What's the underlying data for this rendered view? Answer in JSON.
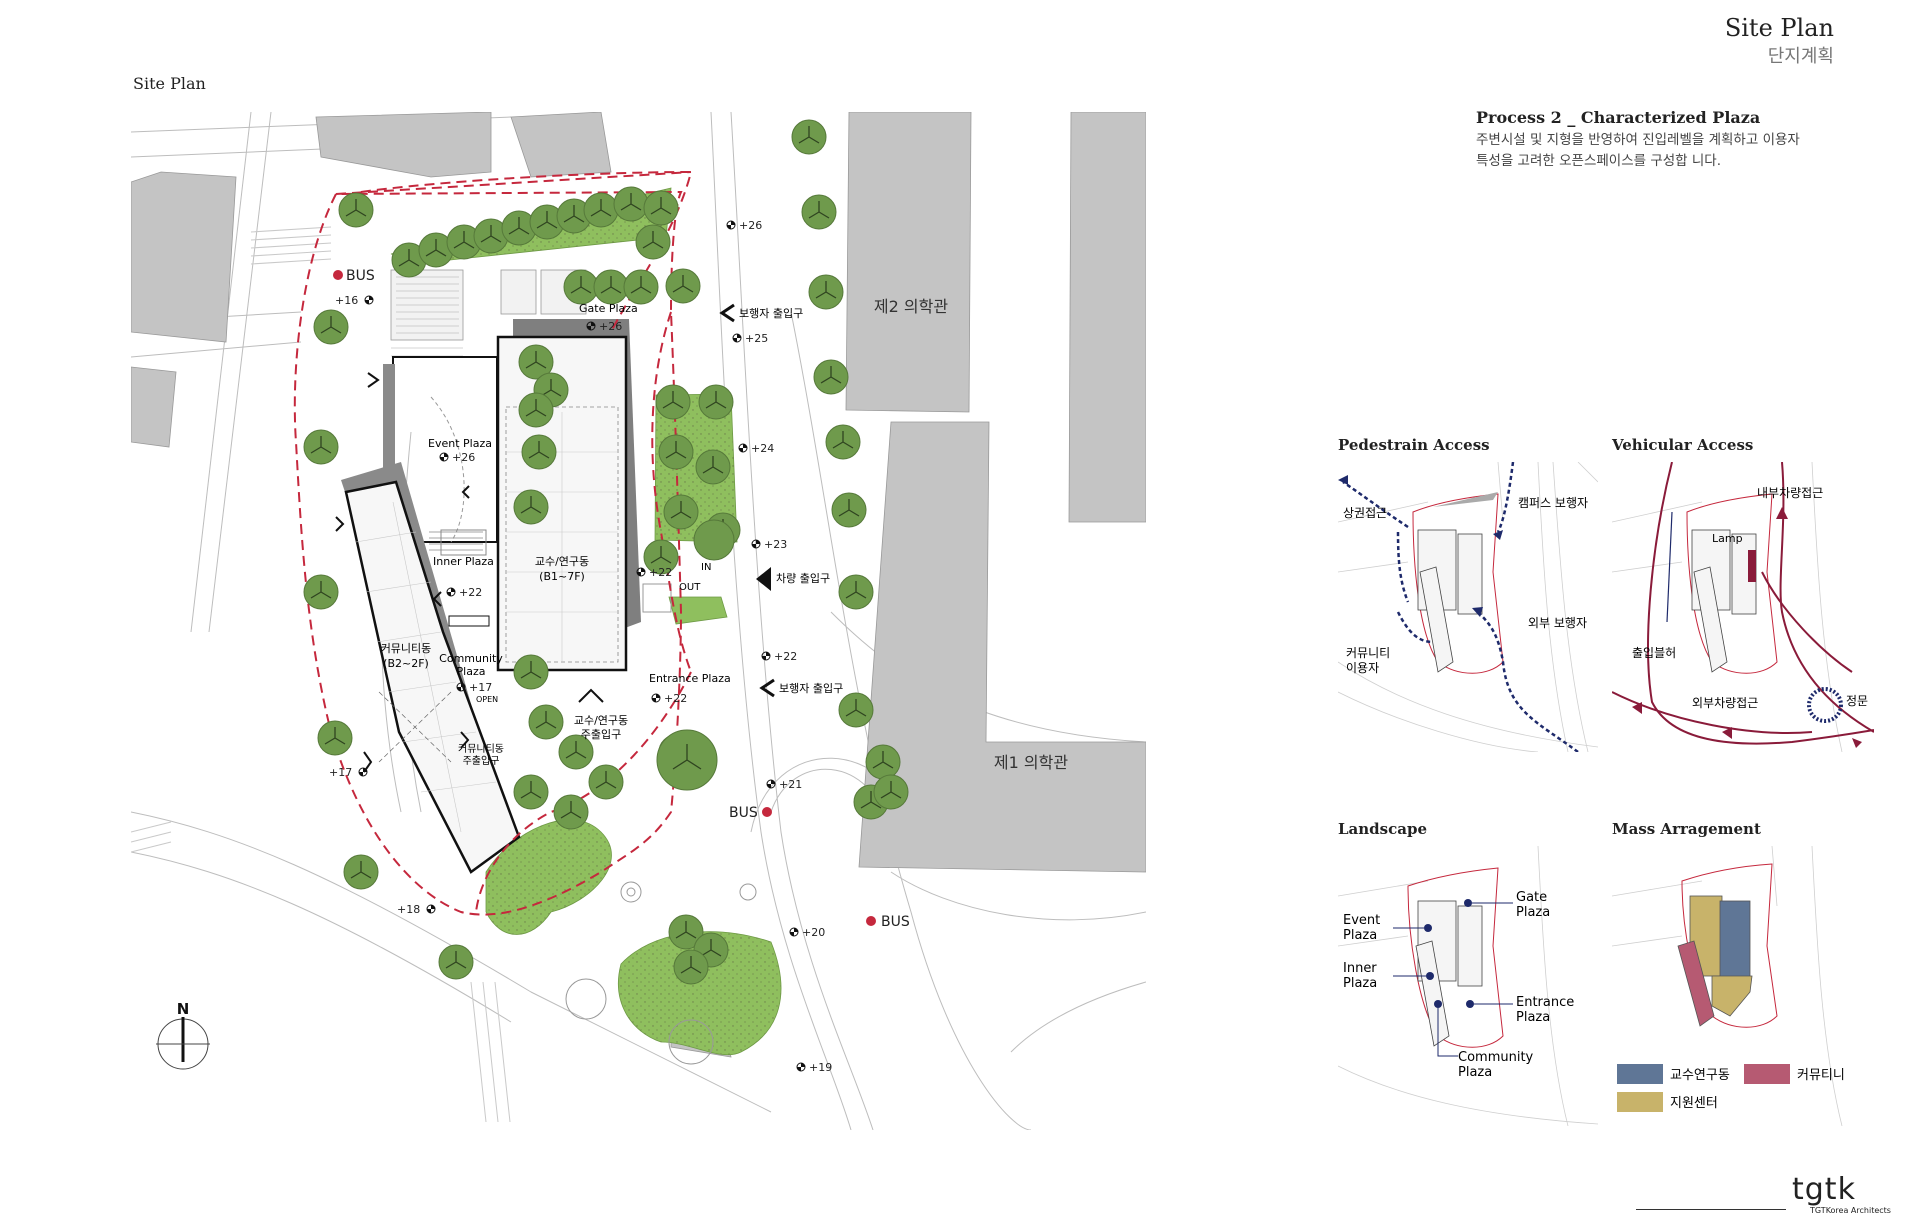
{
  "header": {
    "title": "Site Plan",
    "subtitle": "단지계획"
  },
  "site_plan": {
    "label": "Site Plan",
    "buildings": {
      "research": "교수/연구동",
      "research_floors": "(B1~7F)",
      "community": "커뮤니티동",
      "community_floors": "(B2~2F)",
      "med2": "제2 의학관",
      "med1": "제1 의학관"
    },
    "plazas": {
      "gate": "Gate Plaza",
      "event": "Event Plaza",
      "inner": "Inner Plaza",
      "community_line1": "Community",
      "community_line2": "Plaza",
      "entrance": "Entrance Plaza"
    },
    "labels": {
      "bus": "BUS",
      "ped_entrance": "보행자 출입구",
      "vehicle_entrance": "차량 출입구",
      "in": "IN",
      "out": "OUT",
      "main_entrance_line1": "교수/연구동",
      "main_entrance_line2": "주출입구",
      "community_entrance_line1": "커뮤니티동",
      "community_entrance_line2": "주출입구",
      "open": "OPEN",
      "north": "N"
    },
    "levels": [
      "+26",
      "+16",
      "+26",
      "+25",
      "+26",
      "+24",
      "+23",
      "+22",
      "+22",
      "+17",
      "+22",
      "+22",
      "+17",
      "+21",
      "+18",
      "+20",
      "+19"
    ]
  },
  "process": {
    "title": "Process 2 _ Characterized Plaza",
    "desc_line1": "주변시설 및 지형을 반영하여 진입레벨을 계획하고 이용자",
    "desc_line2": "특성을 고려한 오픈스페이스를 구성합 니다."
  },
  "diagrams": {
    "pedestrian": {
      "title": "Pedestrain Access",
      "labels": {
        "commercial": "상권접근",
        "campus": "캠퍼스 보행자",
        "external": "외부 보행자",
        "community_line1": "커뮤니티",
        "community_line2": "이용자"
      }
    },
    "vehicular": {
      "title": "Vehicular Access",
      "labels": {
        "internal": "내부차량접근",
        "lamp": "Lamp",
        "dropoff": "출입블허",
        "external": "외부차량접근",
        "main_gate": "정문"
      }
    },
    "landscape": {
      "title": "Landscape",
      "labels": {
        "event_line1": "Event",
        "event_line2": "Plaza",
        "gate_line1": "Gate",
        "gate_line2": "Plaza",
        "inner_line1": "Inner",
        "inner_line2": "Plaza",
        "entrance_line1": "Entrance",
        "entrance_line2": "Plaza",
        "community_line1": "Community",
        "community_line2": "Plaza"
      }
    },
    "mass": {
      "title": "Mass Arragement",
      "legend": [
        {
          "label": "교수연구동",
          "color": "#5f7696"
        },
        {
          "label": "커뮤티니",
          "color": "#b65a72"
        },
        {
          "label": "지원센터",
          "color": "#c8b36a"
        }
      ]
    }
  },
  "colors": {
    "tree": "#6f9a4c",
    "lawn": "#8fbf5e",
    "boundary": "#c5283d",
    "pedestrian_arrow": "#1e2a6b",
    "vehicle_line": "#8a1b3a",
    "building_gray": "#c4c4c4"
  },
  "footer": {
    "logo": "tgtk",
    "sub": "TGTKorea Architects"
  }
}
